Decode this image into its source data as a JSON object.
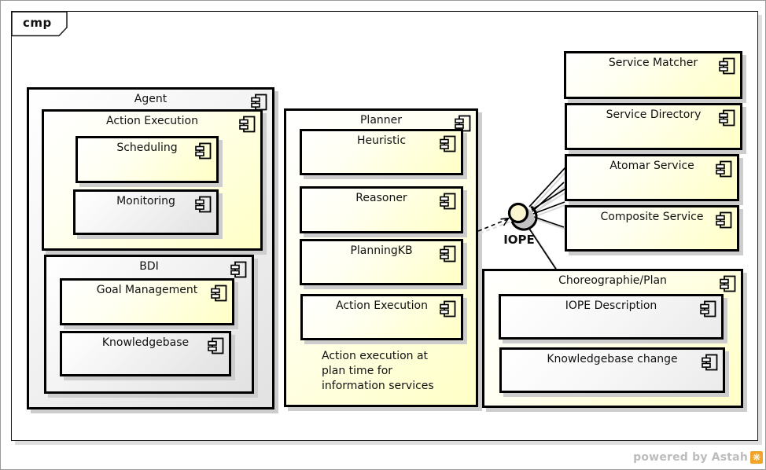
{
  "frame": {
    "tag": "cmp"
  },
  "components": {
    "agent": {
      "label": "Agent"
    },
    "action_execution_agent": {
      "label": "Action Execution"
    },
    "scheduling": {
      "label": "Scheduling"
    },
    "monitoring": {
      "label": "Monitoring"
    },
    "bdi": {
      "label": "BDI"
    },
    "goal_management": {
      "label": "Goal Management"
    },
    "knowledgebase": {
      "label": "Knowledgebase"
    },
    "planner": {
      "label": "Planner"
    },
    "heuristic": {
      "label": "Heuristic"
    },
    "reasoner": {
      "label": "Reasoner"
    },
    "planning_kb": {
      "label": "PlanningKB"
    },
    "action_execution_planner": {
      "label": "Action Execution"
    },
    "service_matcher": {
      "label": "Service Matcher"
    },
    "service_directory": {
      "label": "Service Directory"
    },
    "atomar_service": {
      "label": "Atomar Service"
    },
    "composite_service": {
      "label": "Composite Service"
    },
    "choreographie_plan": {
      "label": "Choreographie/Plan"
    },
    "iope_description": {
      "label": "IOPE Description"
    },
    "knowledgebase_change": {
      "label": "Knowledgebase change"
    }
  },
  "interface": {
    "label": "IOPE"
  },
  "notes": {
    "planner_note": "Action execution at plan time for information services"
  },
  "relations": [
    {
      "from": "Planner",
      "to": "IOPE",
      "type": "dashed-dependency"
    },
    {
      "from": "IOPE",
      "to": "Service Matcher",
      "type": "assembly"
    },
    {
      "from": "IOPE",
      "to": "Service Directory",
      "type": "assembly"
    },
    {
      "from": "IOPE",
      "to": "Atomar Service",
      "type": "assembly"
    },
    {
      "from": "IOPE",
      "to": "Composite Service",
      "type": "assembly"
    },
    {
      "from": "IOPE",
      "to": "Choreographie/Plan",
      "type": "assembly"
    }
  ],
  "footer": {
    "watermark": "powered by Astah",
    "logo_glyph": "❋"
  },
  "colors": {
    "component_fill_yellow": "#ffffc6",
    "component_fill_gray": "#e2e2e2",
    "component_border": "#000000",
    "shadow": "#cdcdcd",
    "interface_ball_fill": "#faf7d0",
    "watermark_text": "#bcbcbc",
    "watermark_logo": "#f0a42a"
  }
}
